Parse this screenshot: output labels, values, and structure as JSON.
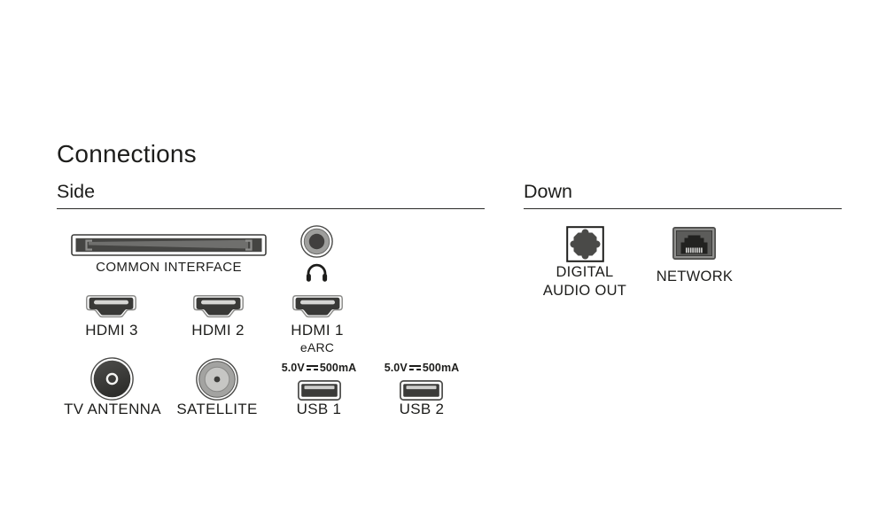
{
  "title": "Connections",
  "colors": {
    "text": "#1d1d1b",
    "port_dark": "#3a3a38",
    "port_mid_gray": "#90908e",
    "port_light_slot": "#cfcfcd",
    "background": "#ffffff"
  },
  "sections": {
    "side": {
      "heading": "Side",
      "common_interface": {
        "label": "COMMON INTERFACE",
        "icon": "ci-card-slot-icon"
      },
      "headphones": {
        "icon": "headphones-icon"
      },
      "hdmi3": {
        "label": "HDMI 3",
        "icon": "hdmi-port-icon"
      },
      "hdmi2": {
        "label": "HDMI 2",
        "icon": "hdmi-port-icon"
      },
      "hdmi1": {
        "label": "HDMI 1",
        "sublabel": "eARC",
        "icon": "hdmi-port-icon"
      },
      "tv_antenna": {
        "label": "TV ANTENNA",
        "icon": "coax-antenna-icon"
      },
      "satellite": {
        "label": "SATELLITE",
        "icon": "satellite-f-connector-icon"
      },
      "usb1": {
        "label": "USB 1",
        "icon": "usb-port-icon",
        "power": {
          "prefix": "5.0V",
          "suffix": "500mA",
          "symbol": "dc-symbol"
        }
      },
      "usb2": {
        "label": "USB 2",
        "icon": "usb-port-icon",
        "power": {
          "prefix": "5.0V",
          "suffix": "500mA",
          "symbol": "dc-symbol"
        }
      }
    },
    "down": {
      "heading": "Down",
      "digital_audio_out": {
        "label_line1": "DIGITAL",
        "label_line2": "AUDIO OUT",
        "icon": "toslink-optical-icon"
      },
      "network": {
        "label": "NETWORK",
        "icon": "rj45-ethernet-icon"
      }
    }
  }
}
